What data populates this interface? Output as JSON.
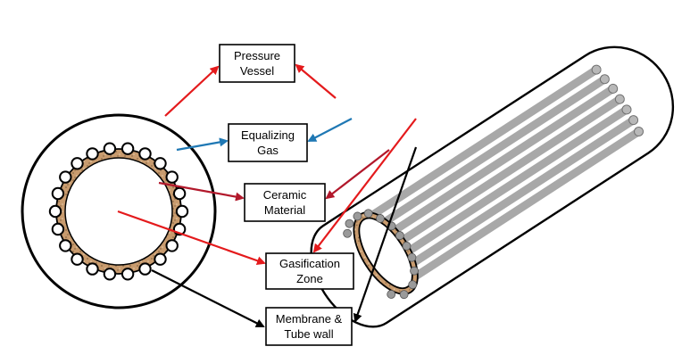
{
  "labels": {
    "pressure_vessel": [
      "Pressure",
      "Vessel"
    ],
    "equalizing_gas": [
      "Equalizing",
      "Gas"
    ],
    "ceramic_material": [
      "Ceramic",
      "Material"
    ],
    "gasification_zone": [
      "Gasification",
      "Zone"
    ],
    "membrane_tube_wall": [
      "Membrane &",
      "Tube wall"
    ]
  },
  "colors": {
    "red_arrow": "#e41a1c",
    "dark_red_arrow": "#b2182b",
    "blue_arrow": "#1f78b4",
    "black_arrow": "#000000",
    "ceramic": "#c89b6e",
    "tube": "#a8a8a8"
  }
}
